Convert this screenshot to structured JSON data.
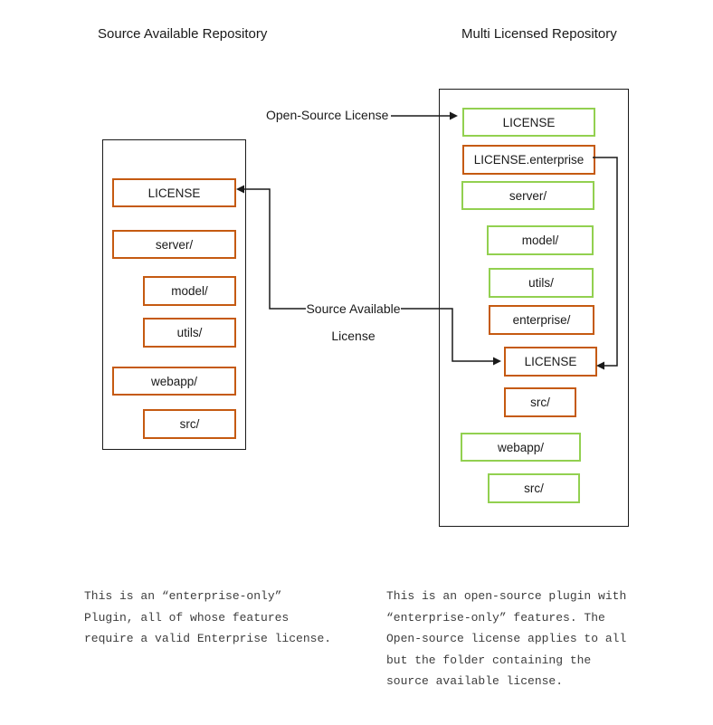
{
  "diagram": {
    "left_panel": {
      "title": "Source Available Repository",
      "items": [
        {
          "label": "LICENSE",
          "type": "orange"
        },
        {
          "label": "server/",
          "type": "orange"
        },
        {
          "label": "model/",
          "type": "orange"
        },
        {
          "label": "utils/",
          "type": "orange"
        },
        {
          "label": "webapp/",
          "type": "orange"
        },
        {
          "label": "src/",
          "type": "orange"
        }
      ],
      "note": [
        "This is an “enterprise-only”",
        "Plugin, all of whose features",
        "require a valid Enterprise license."
      ]
    },
    "right_panel": {
      "title": "Multi Licensed Repository",
      "items": [
        {
          "label": "LICENSE",
          "type": "green"
        },
        {
          "label": "LICENSE.enterprise",
          "type": "orange"
        },
        {
          "label": "server/",
          "type": "green"
        },
        {
          "label": "model/",
          "type": "green"
        },
        {
          "label": "utils/",
          "type": "green"
        },
        {
          "label": "enterprise/",
          "type": "orange"
        },
        {
          "label": "LICENSE",
          "type": "orange"
        },
        {
          "label": "src/",
          "type": "orange"
        },
        {
          "label": "webapp/",
          "type": "green"
        },
        {
          "label": "src/",
          "type": "green"
        }
      ],
      "note": [
        "This is an open-source plugin with",
        "“enterprise-only” features. The",
        "Open-source license applies to all",
        "but the folder containing the",
        "source available license."
      ]
    },
    "arrow_labels": {
      "open_source": "Open-Source License",
      "source_available_line1": "Source Available",
      "source_available_line2": "License"
    },
    "colors": {
      "open_source_green": "#92D050",
      "source_available_orange": "#C55A11",
      "connector_black": "#1a1a1a"
    }
  }
}
